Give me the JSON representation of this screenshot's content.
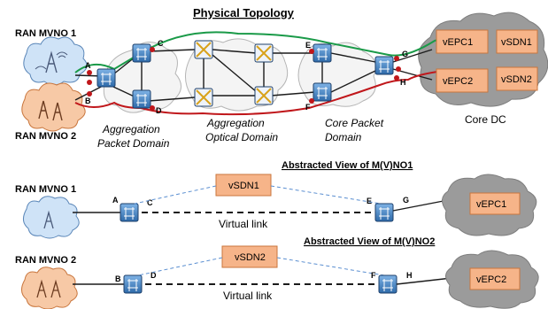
{
  "title": "Physical Topology",
  "ran": {
    "m1": "RAN MVNO 1",
    "m2": "RAN MVNO 2"
  },
  "nodes": {
    "a": "A",
    "b": "B",
    "c": "C",
    "d": "D",
    "e": "E",
    "f": "F",
    "g": "G",
    "h": "H"
  },
  "domains": {
    "agg_packet_1": "Aggregation",
    "agg_packet_2": "Packet Domain",
    "agg_optical_1": "Aggregation",
    "agg_optical_2": "Optical Domain",
    "core_packet_1": "Core Packet",
    "core_packet_2": "Domain"
  },
  "core_dc": "Core DC",
  "boxes": {
    "vepc1": "vEPC1",
    "vepc2": "vEPC2",
    "vsdn1": "vSDN1",
    "vsdn2": "vSDN2"
  },
  "abstract1": {
    "title": "Abstracted View of M(V)NO1",
    "vlink": "Virtual link"
  },
  "abstract2": {
    "title": "Abstracted View of M(V)NO2",
    "vlink": "Virtual link"
  },
  "colors": {
    "green": "#1a9a48",
    "red": "#c0171b",
    "orange": "#f6b489",
    "switch": "#3a77b8",
    "cloud_gray": "#9b9b9b",
    "blue_cloud": "#cfe3f7",
    "orange_cloud": "#f7c9a6"
  }
}
